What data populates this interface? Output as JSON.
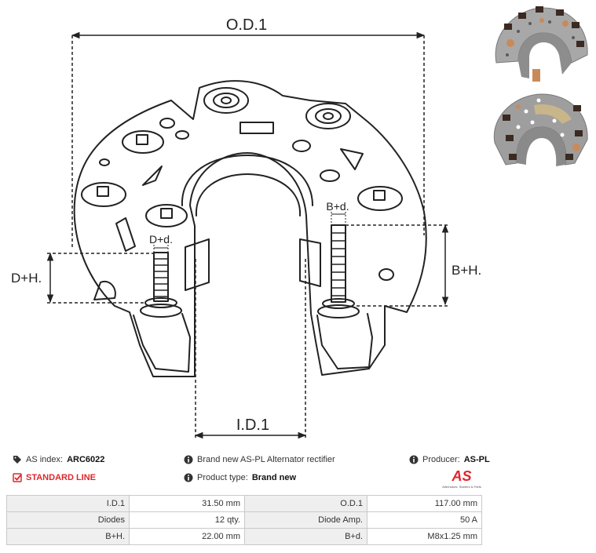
{
  "drawing": {
    "labels": {
      "od1": "O.D.1",
      "id1": "I.D.1",
      "dh": "D+H.",
      "dd": "D+d.",
      "bh": "B+H.",
      "bd": "B+d."
    }
  },
  "info": {
    "as_index_label": "AS index:",
    "as_index_value": "ARC6022",
    "line": "STANDARD LINE",
    "brand_text": "Brand new AS-PL Alternator rectifier",
    "product_type_label": "Product type:",
    "product_type_value": "Brand new",
    "producer_label": "Producer:",
    "producer_value": "AS-PL",
    "logo_text": "AS",
    "logo_tagline": "Alternators, Starters & Parts",
    "colors": {
      "accent": "#e0262b",
      "label_bg": "#efefef",
      "border": "#c9c9c9"
    }
  },
  "specs": [
    {
      "l1": "I.D.1",
      "v1": "31.50 mm",
      "l2": "O.D.1",
      "v2": "117.00 mm"
    },
    {
      "l1": "Diodes",
      "v1": "12 qty.",
      "l2": "Diode Amp.",
      "v2": "50 A"
    },
    {
      "l1": "B+H.",
      "v1": "22.00 mm",
      "l2": "B+d.",
      "v2": "M8x1.25 mm"
    }
  ]
}
